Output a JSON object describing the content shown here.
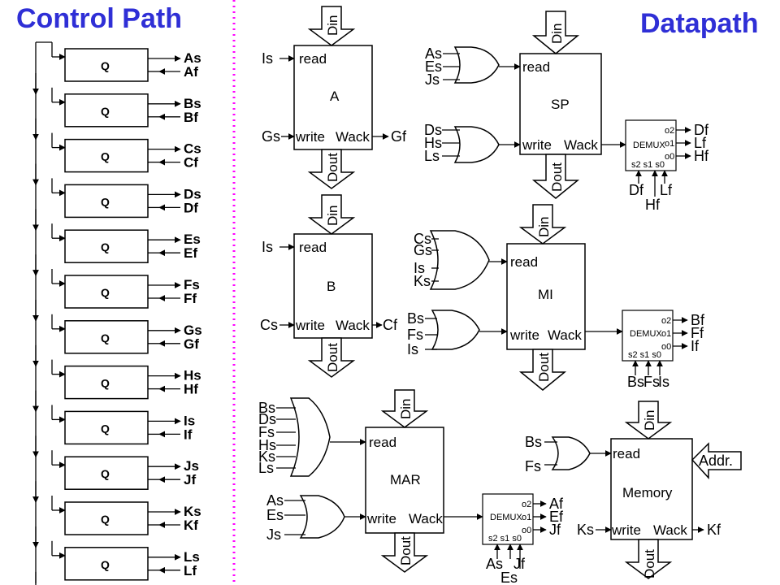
{
  "titles": {
    "left": "Control Path",
    "right": "Datapath"
  },
  "colors": {
    "title": "#2f2fd6",
    "divider": "#ff00ff",
    "line": "#000000"
  },
  "control": {
    "stage_label": "Q",
    "stages": [
      {
        "s": "As",
        "f": "Af"
      },
      {
        "s": "Bs",
        "f": "Bf"
      },
      {
        "s": "Cs",
        "f": "Cf"
      },
      {
        "s": "Ds",
        "f": "Df"
      },
      {
        "s": "Es",
        "f": "Ef"
      },
      {
        "s": "Fs",
        "f": "Ff"
      },
      {
        "s": "Gs",
        "f": "Gf"
      },
      {
        "s": "Hs",
        "f": "Hf"
      },
      {
        "s": "Is",
        "f": "If"
      },
      {
        "s": "Js",
        "f": "Jf"
      },
      {
        "s": "Ks",
        "f": "Kf"
      },
      {
        "s": "Ls",
        "f": "Lf"
      }
    ]
  },
  "ports": {
    "din": "Din",
    "dout": "Dout",
    "read": "read",
    "write": "write",
    "wack": "Wack"
  },
  "demux": {
    "name": "DEMUX",
    "o2": "o2",
    "o1": "o1",
    "o0": "o0",
    "sel": "s2 s1 s0"
  },
  "datapath": {
    "regA": {
      "name": "A",
      "read_in": "Is",
      "write_in": "Gs",
      "wack_out": "Gf"
    },
    "regB": {
      "name": "B",
      "read_in": "Is",
      "write_in": "Cs",
      "wack_out": "Cf"
    },
    "sp": {
      "name": "SP",
      "read_or": [
        "As",
        "Es",
        "Js"
      ],
      "write_or": [
        "Ds",
        "Hs",
        "Ls"
      ],
      "demux_out": [
        "Df",
        "Lf",
        "Hf"
      ],
      "demux_sel": [
        "Df",
        "Lf",
        "Hf"
      ]
    },
    "mi": {
      "name": "MI",
      "read_or": [
        "Cs",
        "Gs",
        "Is",
        "Ks"
      ],
      "write_or": [
        "Bs",
        "Fs",
        "Is"
      ],
      "demux_out": [
        "Bf",
        "Ff",
        "If"
      ],
      "demux_sel": [
        "Bs",
        "Fs",
        "Is"
      ]
    },
    "mar": {
      "name": "MAR",
      "read_or": [
        "Bs",
        "Ds",
        "Fs",
        "Hs",
        "Ks",
        "Ls"
      ],
      "write_or": [
        "As",
        "Es",
        "Js"
      ],
      "demux_out": [
        "Af",
        "Ef",
        "Jf"
      ],
      "demux_sel": [
        "As",
        "Jf",
        "Es"
      ]
    },
    "memory": {
      "name": "Memory",
      "read_or": [
        "Bs",
        "Fs"
      ],
      "write_in": "Ks",
      "wack_out": "Kf",
      "addr": "Addr."
    }
  }
}
